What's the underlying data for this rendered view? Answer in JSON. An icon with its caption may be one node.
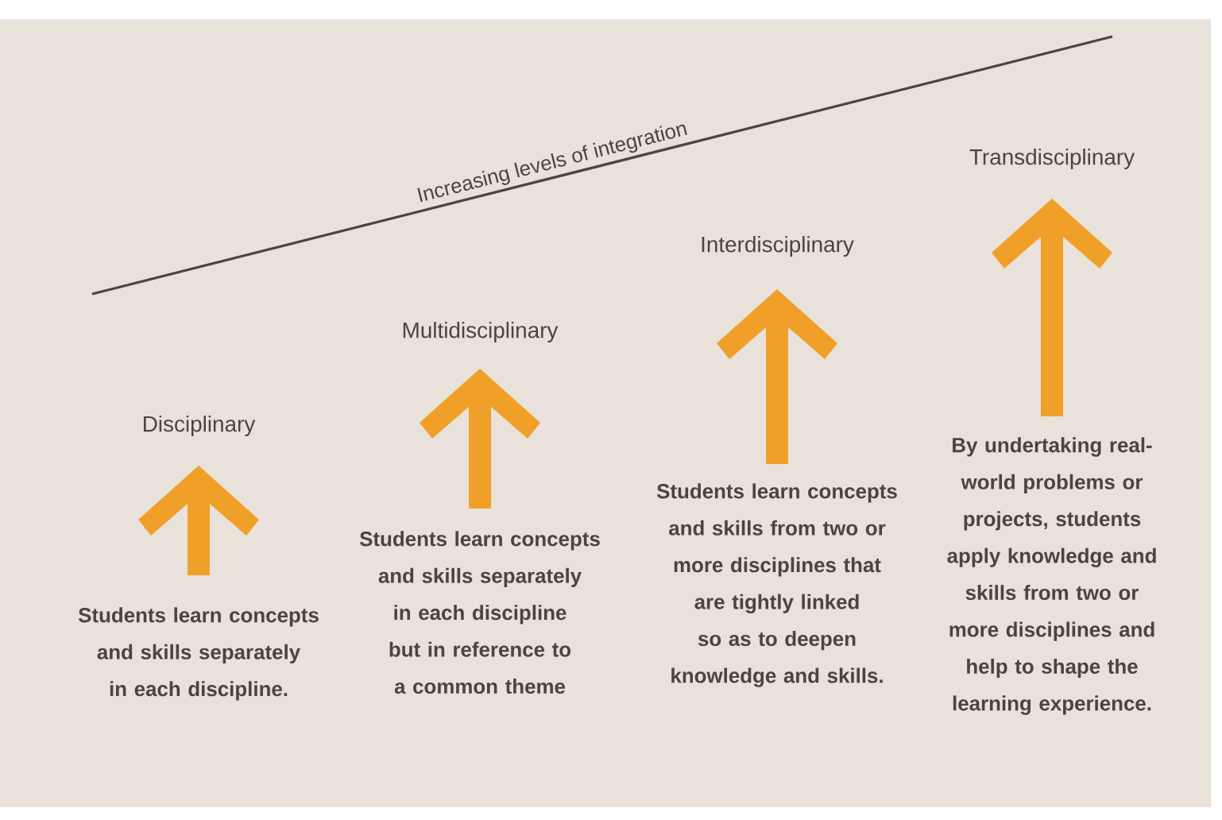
{
  "diagram": {
    "labels": [
      "Increasing levels of integration",
      "Disciplinary",
      "Students learn concepts and skills separately in each discipline.",
      "Multidisciplinary",
      "Students learn concepts and skills separately in each discipline but in reference to a common theme",
      "Interdisciplinary",
      "Students learn concepts and skills from two or more disciplines that are tightly linked so as to deepen knowledge and skills.",
      "Transdisciplinary",
      "By undertaking real-world problems or projects, students apply knowledge and skills from two or more disciplines and help to shape the learning experience."
    ]
  }
}
